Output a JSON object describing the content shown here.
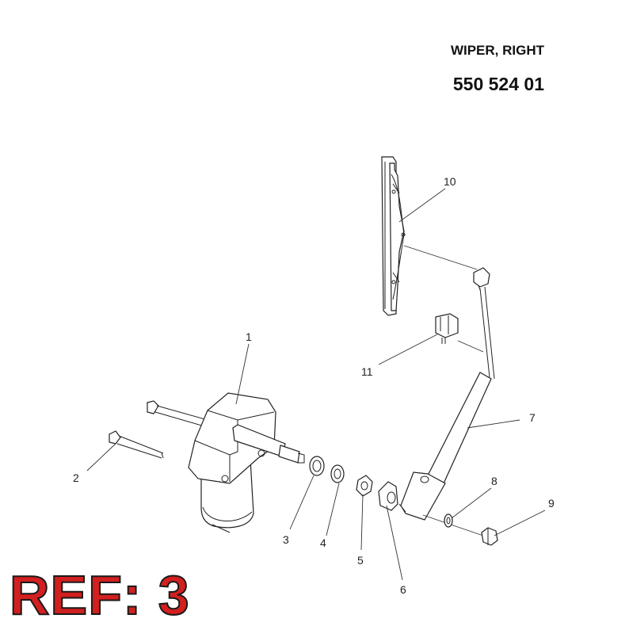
{
  "header": {
    "title": "WIPER, RIGHT",
    "part_number": "550 524 01"
  },
  "reference": "REF: 3",
  "callouts": [
    {
      "number": "1",
      "part": "wiper-motor"
    },
    {
      "number": "2",
      "part": "mounting-bolt"
    },
    {
      "number": "3",
      "part": "washer-ring"
    },
    {
      "number": "4",
      "part": "washer"
    },
    {
      "number": "5",
      "part": "nut"
    },
    {
      "number": "6",
      "part": "rubber-cap"
    },
    {
      "number": "7",
      "part": "wiper-arm"
    },
    {
      "number": "8",
      "part": "washer-small"
    },
    {
      "number": "9",
      "part": "cap-nut"
    },
    {
      "number": "10",
      "part": "wiper-blade"
    },
    {
      "number": "11",
      "part": "blade-clip"
    }
  ],
  "colors": {
    "ref_fill": "#d21f1f",
    "ref_outline": "#1a1a1a",
    "line": "#222222"
  }
}
